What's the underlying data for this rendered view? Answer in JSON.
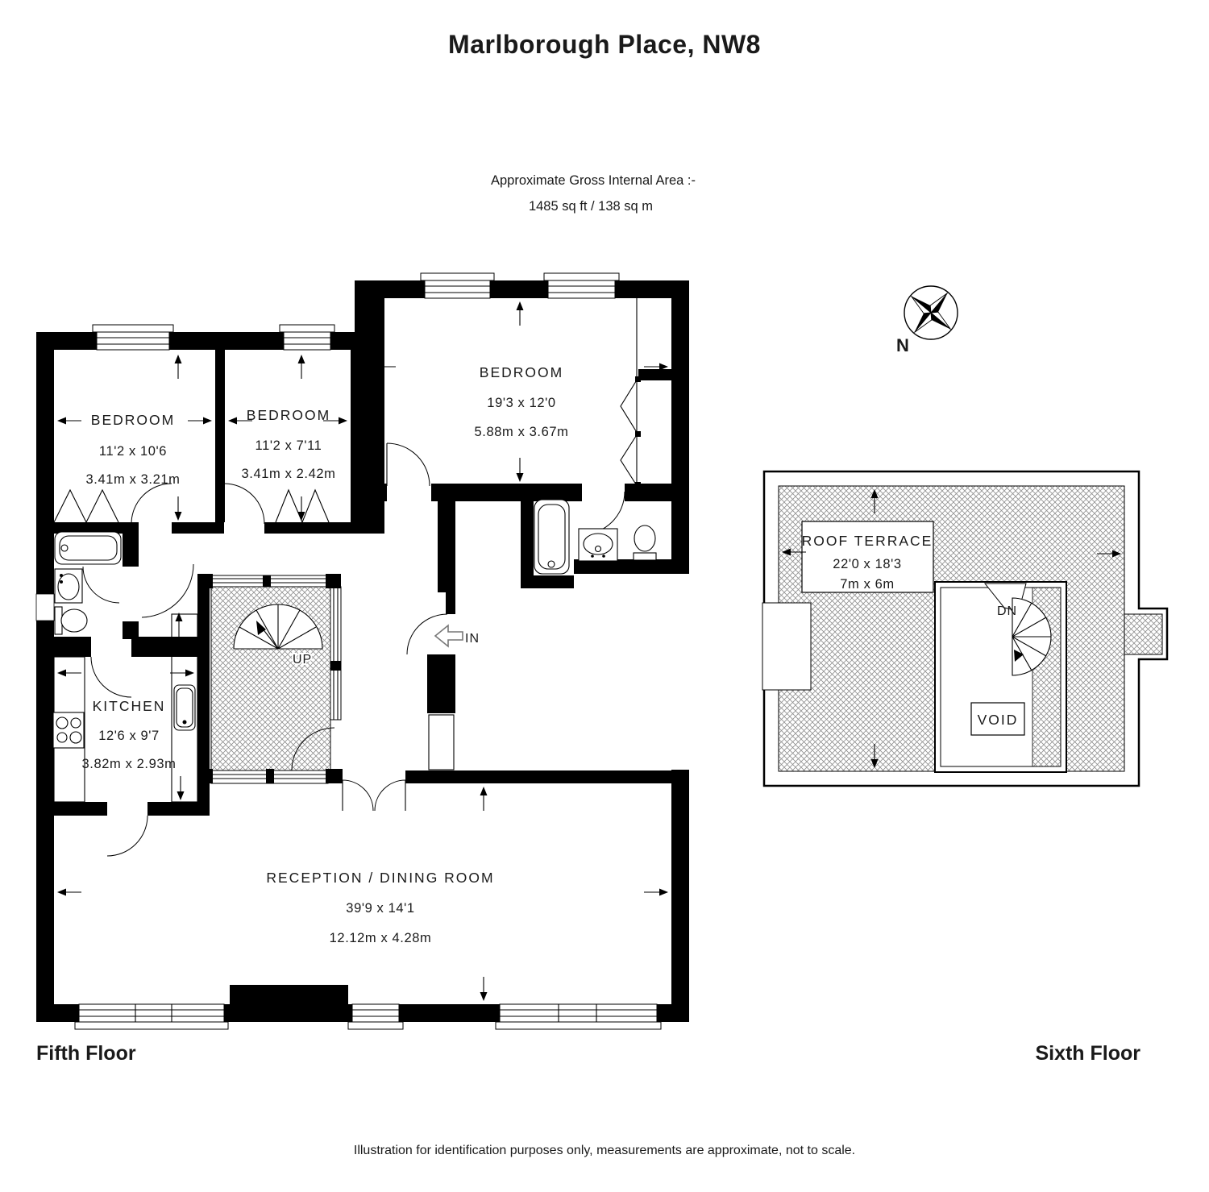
{
  "title": "Marlborough Place, NW8",
  "area": {
    "label": "Approximate Gross Internal Area :-",
    "value": "1485 sq ft / 138 sq m"
  },
  "compass": {
    "north_label": "N"
  },
  "fifth": {
    "floor_label": "Fifth Floor",
    "stairs_label": "UP",
    "entrance_label": "IN",
    "rooms": {
      "bedroom_left": {
        "name": "BEDROOM",
        "imperial": "11'2 x 10'6",
        "metric": "3.41m x 3.21m"
      },
      "bedroom_middle": {
        "name": "BEDROOM",
        "imperial": "11'2 x 7'11",
        "metric": "3.41m x 2.42m"
      },
      "bedroom_main": {
        "name": "BEDROOM",
        "imperial": "19'3 x 12'0",
        "metric": "5.88m x 3.67m"
      },
      "kitchen": {
        "name": "KITCHEN",
        "imperial": "12'6 x 9'7",
        "metric": "3.82m x 2.93m"
      },
      "reception": {
        "name": "RECEPTION / DINING ROOM",
        "imperial": "39'9 x 14'1",
        "metric": "12.12m x 4.28m"
      }
    }
  },
  "sixth": {
    "floor_label": "Sixth Floor",
    "stairs_label": "DN",
    "rooms": {
      "roof_terrace": {
        "name": "ROOF TERRACE",
        "imperial": "22'0 x 18'3",
        "metric": "7m x 6m"
      },
      "void": {
        "name": "VOID"
      }
    }
  },
  "footer": "Illustration for identification purposes only, measurements are approximate, not to scale."
}
